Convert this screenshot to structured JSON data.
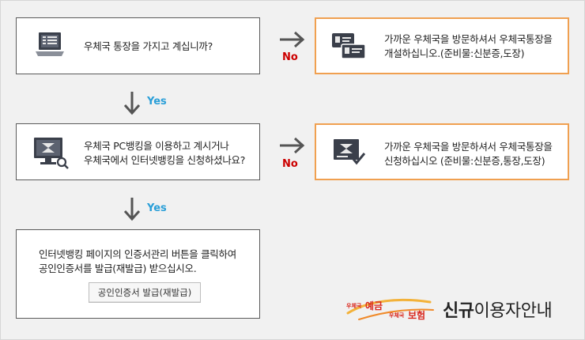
{
  "step1": {
    "question": "우체국 통장을 가지고 계십니까?",
    "no_label": "No",
    "no_result_line1": "가까운 우체국을 방문하셔서 우체국통장을",
    "no_result_line2": "개설하십니오.(준비물:신분증,도장)"
  },
  "step2": {
    "yes_label": "Yes",
    "question_line1": "우체국 PC뱅킹을 이용하고 계시거나",
    "question_line2": "우체국에서 인터넷뱅킹을 신청하셨나요?",
    "no_label": "No",
    "no_result_line1": "가까운 우체국을 방문하셔서 우체국통장을",
    "no_result_line2": "신청하십시오 (준비물:신분증,통장,도장)"
  },
  "step3": {
    "yes_label": "Yes",
    "text_line1": "인터넷뱅킹 페이지의 인증서관리 버튼을 클릭하여",
    "text_line2": "공인인증서를 발급(재발급) 받으십시오.",
    "button_label": "공인인증서 발급(재발급)"
  },
  "brand": {
    "logo_word1_prefix": "우체국",
    "logo_word1": "예금",
    "logo_word2_prefix": "우체국",
    "logo_word2": "보험",
    "title_strong": "신규",
    "title_rest": "이용자안내"
  },
  "colors": {
    "no": "#cc0000",
    "yes": "#2a9fd8",
    "orange_border": "#f0a050",
    "brand_red": "#d9261c"
  }
}
